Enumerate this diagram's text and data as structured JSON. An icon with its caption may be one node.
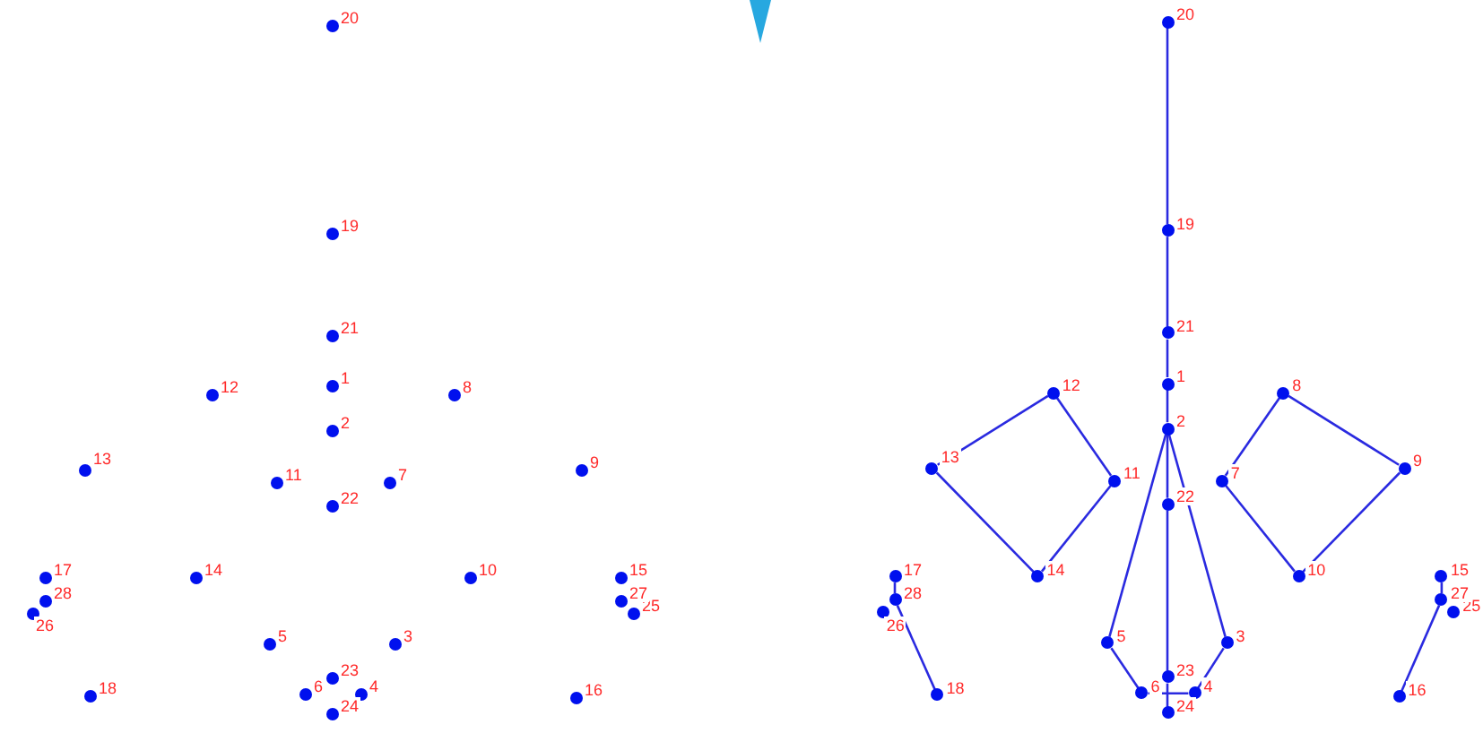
{
  "diagram": {
    "nodes": [
      {
        "text": [],
        "shape": "circle",
        "beside": [
          "1"
        ]
      },
      {
        "text": [],
        "shape": "circle",
        "beside": [
          "2"
        ]
      },
      {
        "text": [],
        "shape": "circle",
        "beside": [
          "3"
        ]
      },
      {
        "text": [],
        "shape": "circle",
        "beside": [
          "4"
        ]
      },
      {
        "text": [],
        "shape": "circle",
        "beside": [
          "5"
        ]
      },
      {
        "text": [],
        "shape": "circle",
        "beside": [
          "6"
        ]
      },
      {
        "text": [],
        "shape": "circle",
        "beside": [
          "7"
        ]
      },
      {
        "text": [],
        "shape": "circle",
        "beside": [
          "8"
        ]
      },
      {
        "text": [],
        "shape": "circle",
        "beside": [
          "9"
        ]
      },
      {
        "text": [],
        "shape": "circle",
        "beside": [
          "10"
        ]
      },
      {
        "text": [],
        "shape": "circle",
        "beside": [
          "11"
        ]
      },
      {
        "text": [],
        "shape": "circle",
        "beside": [
          "12"
        ]
      },
      {
        "text": [],
        "shape": "circle",
        "beside": [
          "13"
        ]
      },
      {
        "text": [],
        "shape": "circle",
        "beside": [
          "14"
        ]
      },
      {
        "text": [],
        "shape": "circle",
        "beside": [
          "15"
        ]
      },
      {
        "text": [],
        "shape": "circle",
        "beside": [
          "16"
        ]
      },
      {
        "text": [],
        "shape": "circle",
        "beside": [
          "17"
        ]
      },
      {
        "text": [],
        "shape": "circle",
        "beside": [
          "18"
        ]
      },
      {
        "text": [],
        "shape": "circle",
        "beside": [
          "19"
        ]
      },
      {
        "text": [],
        "shape": "circle",
        "beside": [
          "20"
        ]
      },
      {
        "text": [],
        "shape": "circle",
        "beside": [
          "21"
        ]
      },
      {
        "text": [],
        "shape": "circle",
        "beside": [
          "22"
        ]
      },
      {
        "text": [],
        "shape": "circle",
        "beside": [
          "23"
        ]
      },
      {
        "text": [],
        "shape": "circle",
        "beside": [
          "24"
        ]
      },
      {
        "text": [],
        "shape": "circle",
        "beside": [
          "25"
        ]
      },
      {
        "text": [],
        "shape": "circle",
        "beside": [
          "26"
        ]
      },
      {
        "text": [],
        "shape": "circle",
        "beside": [
          "27"
        ]
      },
      {
        "text": [],
        "shape": "circle",
        "beside": [
          "28"
        ]
      },
      {
        "text": [],
        "shape": "circle",
        "beside": [
          "1"
        ]
      },
      {
        "text": [],
        "shape": "circle",
        "beside": [
          "2"
        ]
      },
      {
        "text": [],
        "shape": "circle",
        "beside": [
          "3"
        ]
      },
      {
        "text": [],
        "shape": "circle",
        "beside": [
          "4"
        ]
      },
      {
        "text": [],
        "shape": "circle",
        "beside": [
          "5"
        ]
      },
      {
        "text": [],
        "shape": "circle",
        "beside": [
          "6"
        ]
      },
      {
        "text": [],
        "shape": "circle",
        "beside": [
          "7"
        ]
      },
      {
        "text": [],
        "shape": "circle",
        "beside": [
          "8"
        ]
      },
      {
        "text": [],
        "shape": "circle",
        "beside": [
          "9"
        ]
      },
      {
        "text": [],
        "shape": "circle",
        "beside": [
          "10"
        ]
      },
      {
        "text": [],
        "shape": "circle",
        "beside": [
          "11"
        ]
      },
      {
        "text": [],
        "shape": "circle",
        "beside": [
          "12"
        ]
      },
      {
        "text": [],
        "shape": "circle",
        "beside": [
          "13"
        ]
      },
      {
        "text": [],
        "shape": "circle",
        "beside": [
          "14"
        ]
      },
      {
        "text": [],
        "shape": "circle",
        "beside": [
          "15"
        ]
      },
      {
        "text": [],
        "shape": "circle",
        "beside": [
          "16"
        ]
      },
      {
        "text": [],
        "shape": "circle",
        "beside": [
          "17"
        ]
      },
      {
        "text": [],
        "shape": "circle",
        "beside": [
          "18"
        ]
      },
      {
        "text": [],
        "shape": "circle",
        "beside": [
          "19"
        ]
      },
      {
        "text": [],
        "shape": "circle",
        "beside": [
          "20"
        ]
      },
      {
        "text": [],
        "shape": "circle",
        "beside": [
          "21"
        ]
      },
      {
        "text": [],
        "shape": "circle",
        "beside": [
          "22"
        ]
      },
      {
        "text": [],
        "shape": "circle",
        "beside": [
          "23"
        ]
      },
      {
        "text": [],
        "shape": "circle",
        "beside": [
          "24"
        ]
      },
      {
        "text": [],
        "shape": "circle",
        "beside": [
          "25"
        ]
      },
      {
        "text": [],
        "shape": "circle",
        "beside": [
          "26"
        ]
      },
      {
        "text": [],
        "shape": "circle",
        "beside": [
          "27"
        ]
      },
      {
        "text": [],
        "shape": "circle",
        "beside": [
          "28"
        ]
      }
    ],
    "edges": [
      {
        "from": 47,
        "to": 46,
        "arrow": "none"
      },
      {
        "from": 46,
        "to": 48,
        "arrow": "none"
      },
      {
        "from": 48,
        "to": 28,
        "arrow": "none"
      },
      {
        "from": 28,
        "to": 29,
        "arrow": "none"
      },
      {
        "from": 29,
        "to": 49,
        "arrow": "none"
      },
      {
        "from": 49,
        "to": 50,
        "arrow": "none"
      },
      {
        "from": 50,
        "to": 51,
        "arrow": "none"
      },
      {
        "from": 39,
        "to": 40,
        "arrow": "none"
      },
      {
        "from": 40,
        "to": 41,
        "arrow": "none"
      },
      {
        "from": 41,
        "to": 38,
        "arrow": "none"
      },
      {
        "from": 38,
        "to": 39,
        "arrow": "none"
      },
      {
        "from": 35,
        "to": 36,
        "arrow": "none"
      },
      {
        "from": 36,
        "to": 37,
        "arrow": "none"
      },
      {
        "from": 37,
        "to": 34,
        "arrow": "none"
      },
      {
        "from": 34,
        "to": 35,
        "arrow": "none"
      },
      {
        "from": 29,
        "to": 32,
        "arrow": "none"
      },
      {
        "from": 32,
        "to": 33,
        "arrow": "none"
      },
      {
        "from": 33,
        "to": 31,
        "arrow": "none"
      },
      {
        "from": 31,
        "to": 30,
        "arrow": "none"
      },
      {
        "from": 30,
        "to": 29,
        "arrow": "none"
      },
      {
        "from": 44,
        "to": 55,
        "arrow": "none"
      },
      {
        "from": 55,
        "to": 45,
        "arrow": "none"
      },
      {
        "from": 42,
        "to": 54,
        "arrow": "none"
      },
      {
        "from": 54,
        "to": 43,
        "arrow": "none"
      }
    ]
  }
}
